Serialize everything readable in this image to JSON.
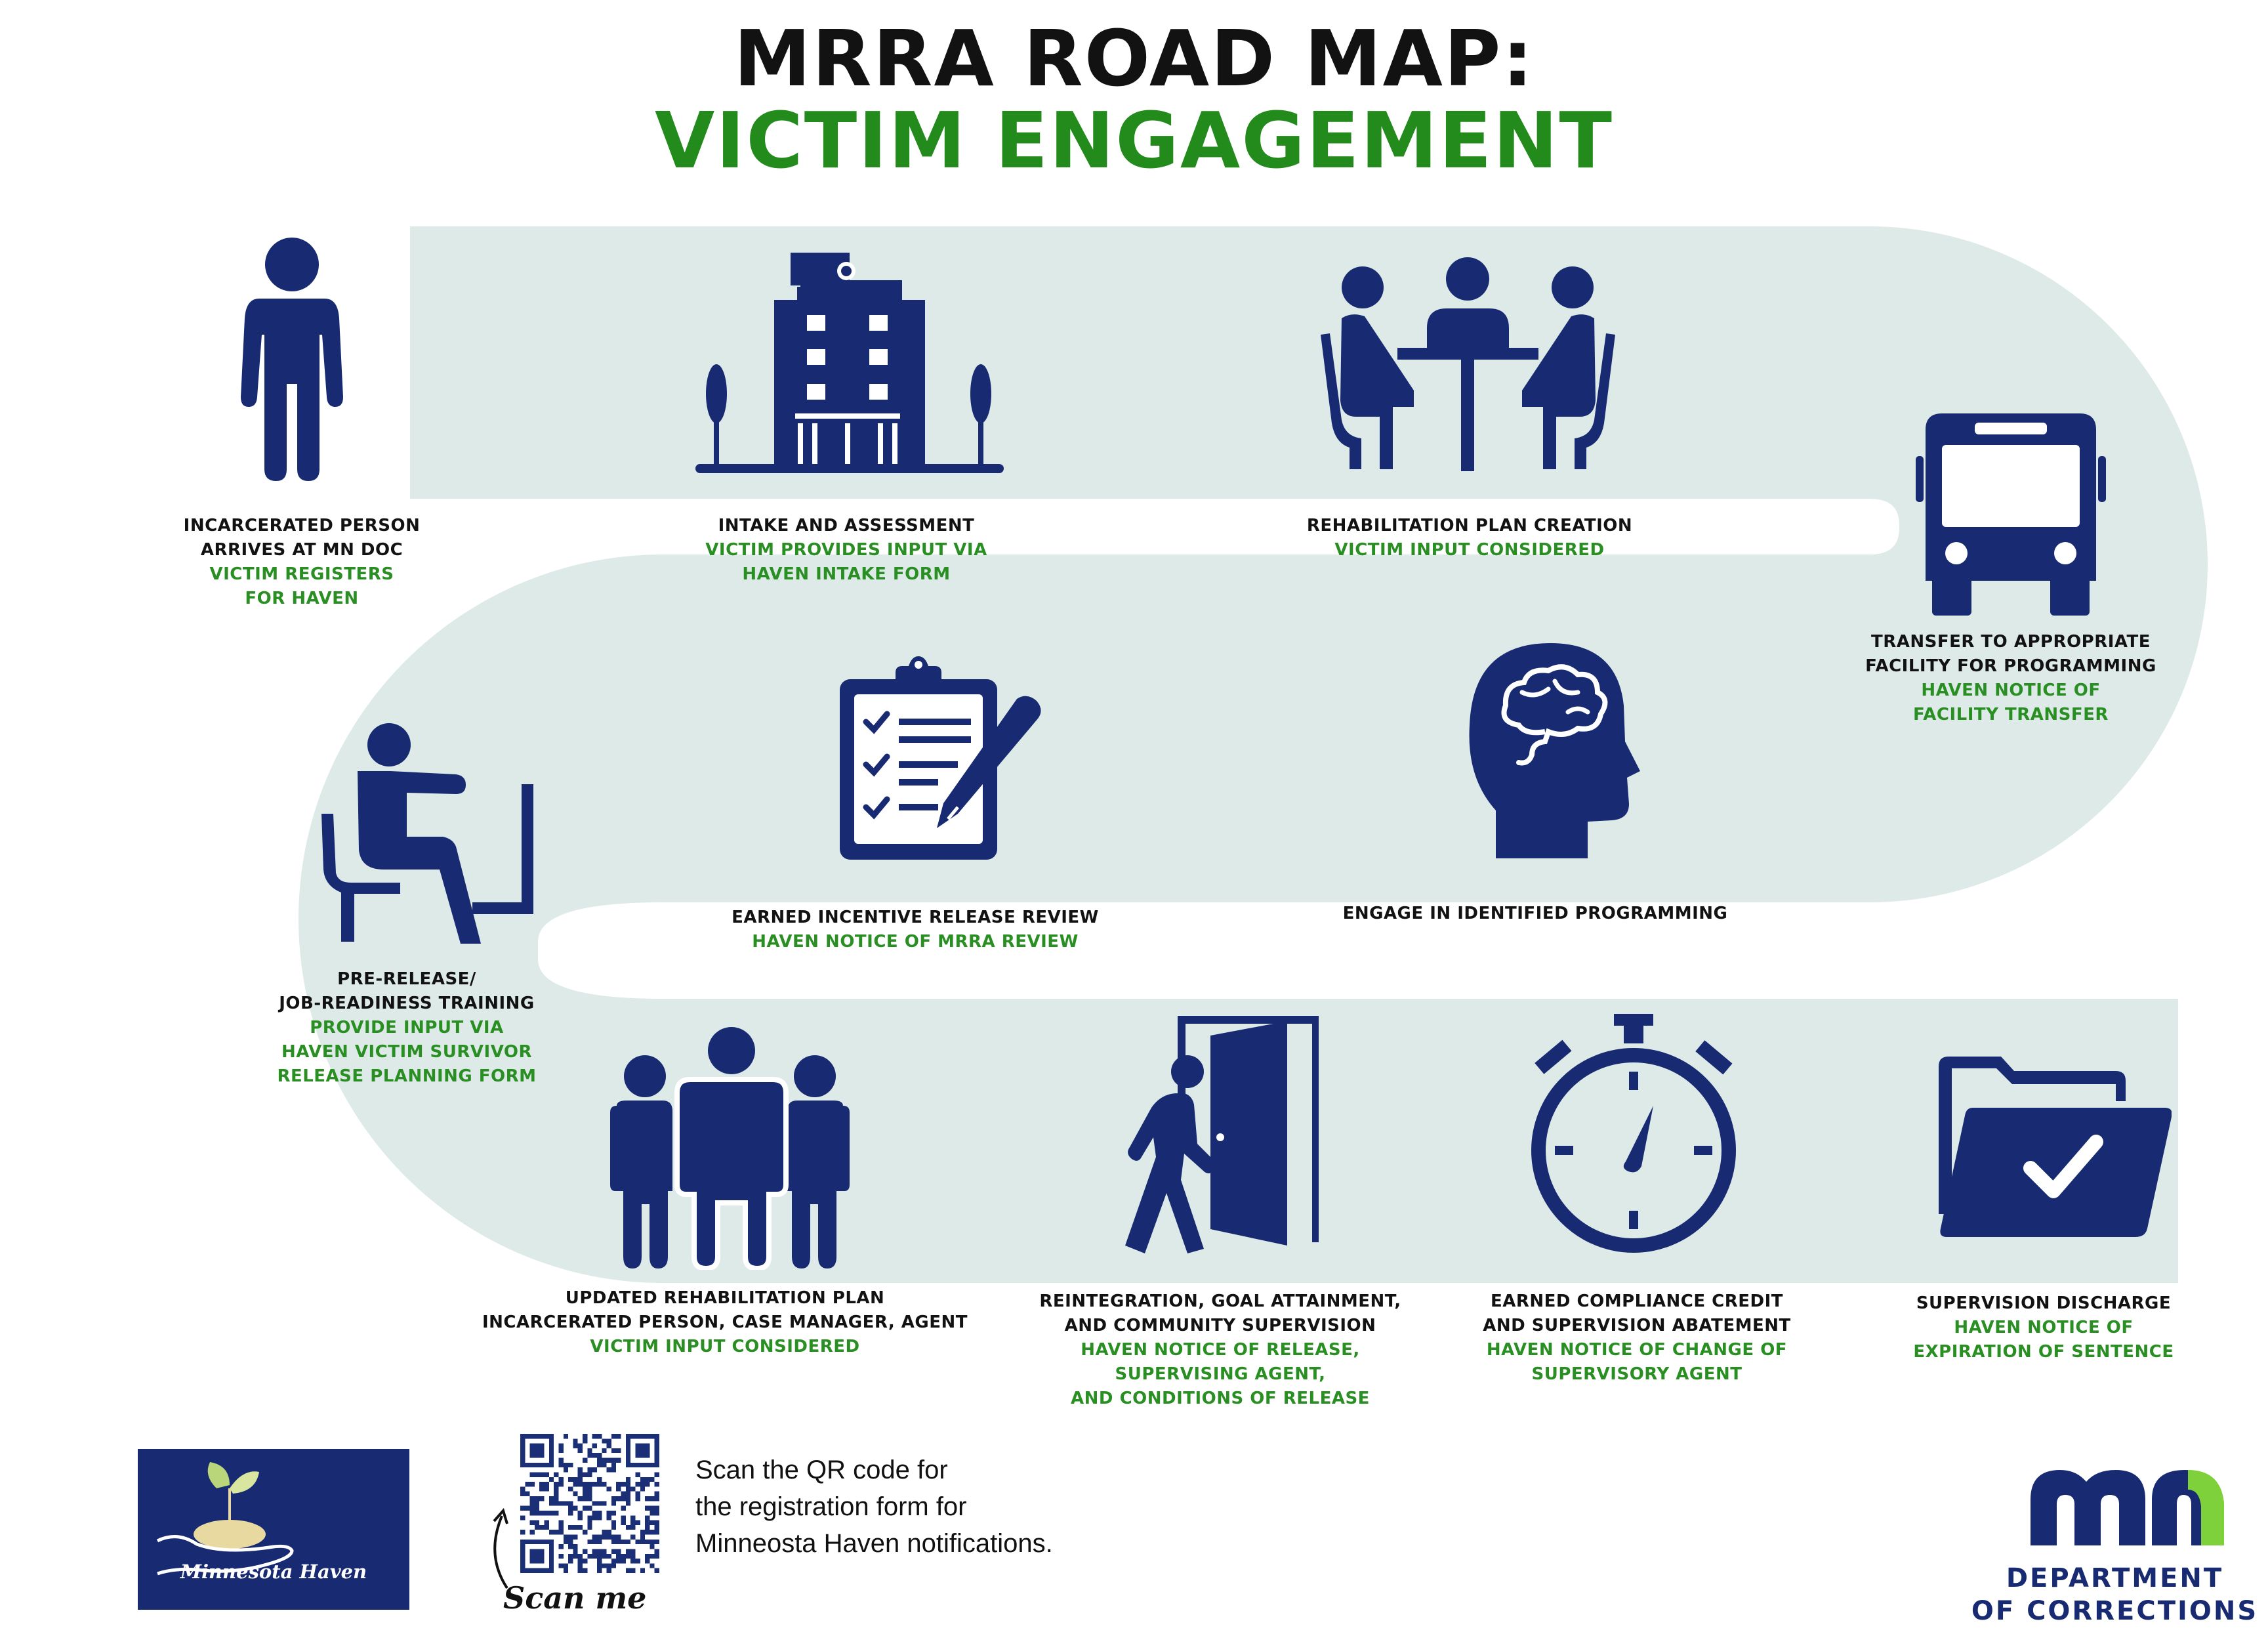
{
  "title": {
    "line1": "MRRA ROAD MAP:",
    "line2": "VICTIM ENGAGEMENT"
  },
  "colors": {
    "navy": "#172a72",
    "green": "#2a8f23",
    "road": "#ddeae8",
    "lime": "#7fd13b"
  },
  "steps": [
    {
      "title": [
        "INCARCERATED PERSON",
        "ARRIVES AT MN DOC"
      ],
      "victim": [
        "VICTIM REGISTERS",
        "FOR HAVEN"
      ],
      "icon": "person-icon"
    },
    {
      "title": [
        "INTAKE AND ASSESSMENT"
      ],
      "victim": [
        "VICTIM PROVIDES INPUT VIA",
        "HAVEN INTAKE FORM"
      ],
      "icon": "building-icon"
    },
    {
      "title": [
        "REHABILITATION PLAN CREATION"
      ],
      "victim": [
        "VICTIM INPUT CONSIDERED"
      ],
      "icon": "meeting-icon"
    },
    {
      "title": [
        "TRANSFER TO APPROPRIATE",
        "FACILITY FOR PROGRAMMING"
      ],
      "victim": [
        "HAVEN NOTICE OF",
        "FACILITY TRANSFER"
      ],
      "icon": "bus-icon"
    },
    {
      "title": [
        "ENGAGE IN IDENTIFIED PROGRAMMING"
      ],
      "victim": [],
      "icon": "head-brain-icon"
    },
    {
      "title": [
        "EARNED INCENTIVE RELEASE REVIEW"
      ],
      "victim": [
        "HAVEN NOTICE OF MRRA REVIEW"
      ],
      "icon": "clipboard-icon"
    },
    {
      "title": [
        "PRE-RELEASE/",
        "JOB-READINESS TRAINING"
      ],
      "victim": [
        "PROVIDE INPUT VIA",
        "HAVEN VICTIM SURVIVOR",
        "RELEASE PLANNING FORM"
      ],
      "icon": "desk-person-icon"
    },
    {
      "title": [
        "UPDATED REHABILITATION PLAN",
        "INCARCERATED PERSON, CASE MANAGER, AGENT"
      ],
      "victim": [
        "VICTIM INPUT CONSIDERED"
      ],
      "icon": "group-icon"
    },
    {
      "title": [
        "REINTEGRATION, GOAL ATTAINMENT,",
        "AND COMMUNITY SUPERVISION"
      ],
      "victim": [
        "HAVEN NOTICE OF RELEASE,",
        "SUPERVISING AGENT,",
        "AND CONDITIONS OF RELEASE"
      ],
      "icon": "exit-door-icon"
    },
    {
      "title": [
        "EARNED COMPLIANCE CREDIT",
        "AND SUPERVISION ABATEMENT"
      ],
      "victim": [
        "HAVEN NOTICE OF CHANGE OF",
        "SUPERVISORY AGENT"
      ],
      "icon": "stopwatch-icon"
    },
    {
      "title": [
        "SUPERVISION DISCHARGE"
      ],
      "victim": [
        "HAVEN NOTICE OF",
        "EXPIRATION OF SENTENCE"
      ],
      "icon": "folder-check-icon"
    }
  ],
  "footer": {
    "haven_logo_text": "Minnesota Haven",
    "scan_me": "Scan me",
    "qr_text": [
      "Scan the QR code for",
      "the registration form for",
      "Minneosta Haven notifications."
    ],
    "doc_logo_text": "mn",
    "doc_text": [
      "DEPARTMENT",
      "OF CORRECTIONS"
    ]
  }
}
